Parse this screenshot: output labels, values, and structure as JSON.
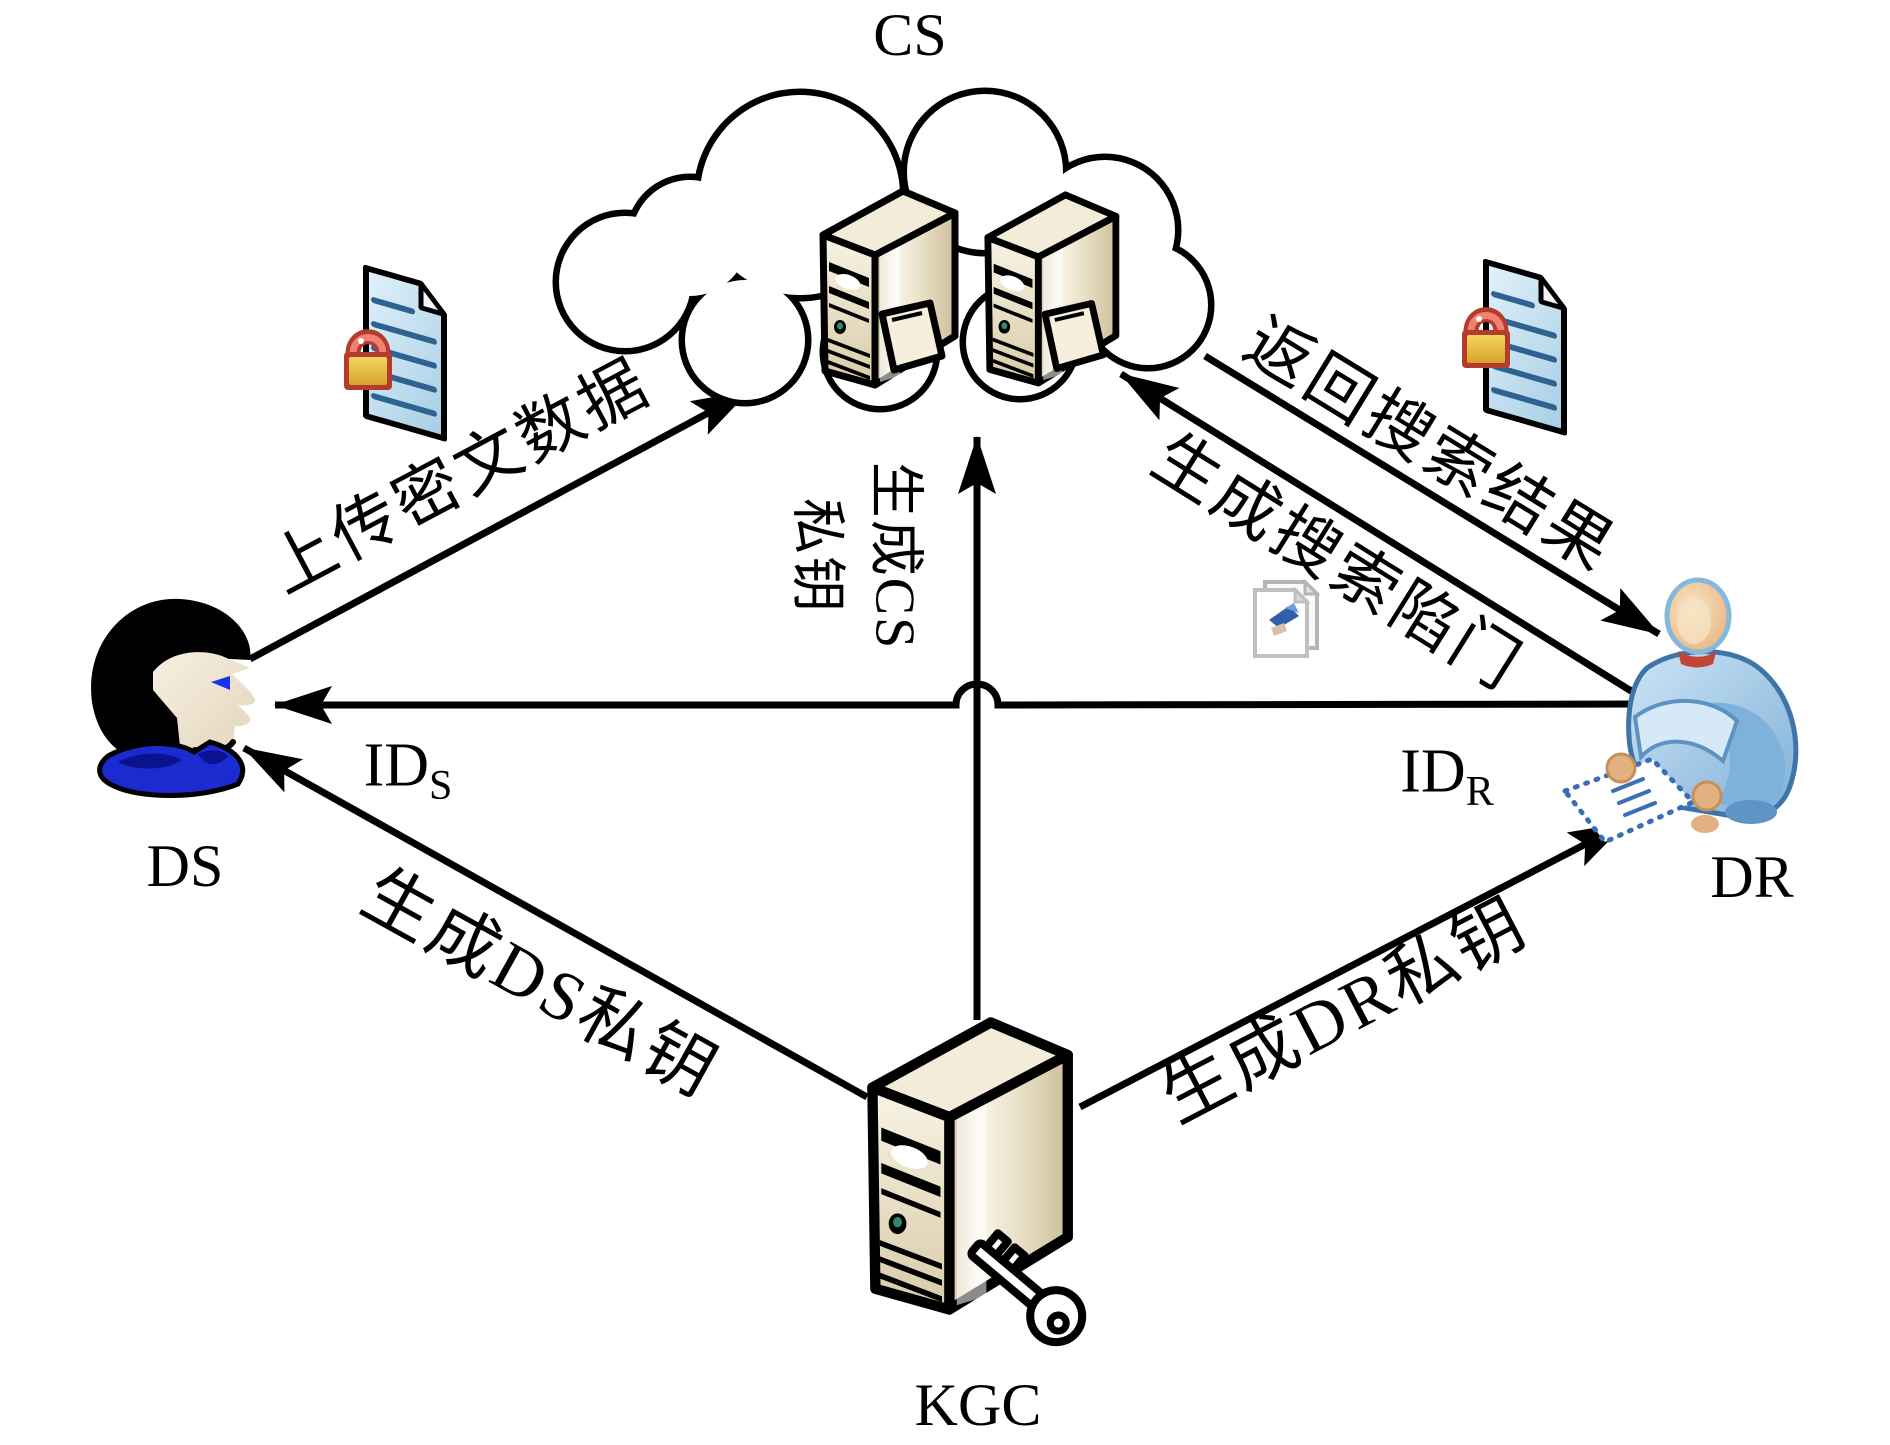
{
  "nodes": {
    "cs": {
      "label": "CS"
    },
    "ds": {
      "label": "DS"
    },
    "dr": {
      "label": "DR"
    },
    "kgc": {
      "label": "KGC"
    }
  },
  "edges": {
    "upload_label": "上传密文数据",
    "return_label": "返回搜索结果",
    "trapdoor_label": "生成搜索陷门",
    "cs_key_lines": [
      "生成CS",
      "私钥"
    ],
    "ds_key_label": "生成DS私钥",
    "dr_key_label": "生成DR私钥",
    "id_s": {
      "base": "ID",
      "sub": "S"
    },
    "id_r": {
      "base": "ID",
      "sub": "R"
    }
  },
  "icons": {
    "cloud": "cloud-icon",
    "cloud_servers": "server-tower-icon",
    "kgc_server": "server-tower-with-key-icon",
    "sender": "person-profile-icon",
    "receiver": "person-reading-icon",
    "encrypted_document": "locked-document-icon",
    "trapdoor_document": "small-document-icon"
  },
  "colors": {
    "line": "#000000",
    "server_beige": "#e9e0c6",
    "document_blue": "#c9e2f2",
    "document_line_blue": "#2e6391",
    "lock_red": "#b33c2c",
    "lock_gold": "#eec64e",
    "person_blue": "#9ec7e8",
    "skin": "#e9bc8d",
    "collar_navy": "#1b2bd0"
  }
}
